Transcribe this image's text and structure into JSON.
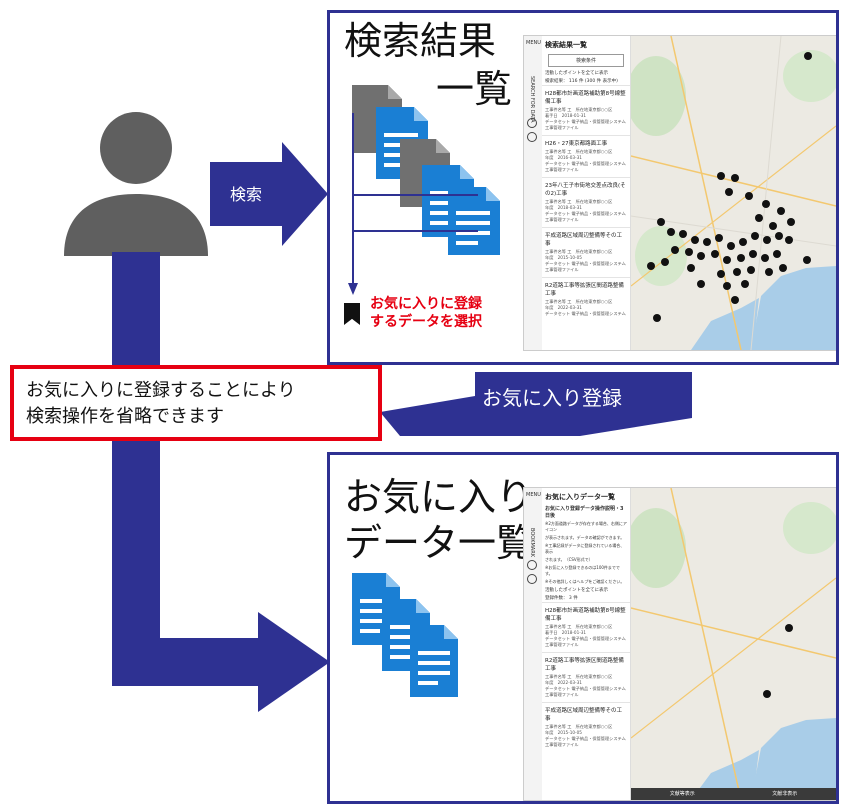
{
  "labels": {
    "search_arrow": "検索",
    "favorite_arrow": "お気に入り登録",
    "callout_line1": "お気に入りに登録することにより",
    "callout_line2": "検索操作を省略できます"
  },
  "top_panel": {
    "title_line1": "検索結果",
    "title_line2": "一覧",
    "select_note_line1": "お気に入りに登録",
    "select_note_line2": "するデータを選択",
    "app": {
      "menu": "MENU",
      "sidebar_vertical": "SEARCH FOR DATA",
      "list_title": "検索結果一覧",
      "search_button": "検索条件",
      "checkbox_label": "活動したポイントを全てに表示",
      "count_text": "検索結果： 116 件 (300 件 表示中)",
      "items": [
        {
          "title": "H28都市計画道路補助第8号線整備工事",
          "rows": [
            "工事件名等 工　所在地東京都○○区",
            "着手日　2018-01-31",
            "データセット 電子納品・保管管理システム",
            "工事管理ファイル"
          ]
        },
        {
          "title": "H26・27東京都路面工事",
          "rows": [
            "工事件名等 工　所在地東京都○○区",
            "年度　2016-03-31",
            "データセット 電子納品・保管管理システム",
            "工事管理ファイル"
          ]
        },
        {
          "title": "23年八王子市街地交差点改良(その2)工事",
          "rows": [
            "工事件名等 工　所在地東京都○○区",
            "年度　2018-03-31",
            "データセット 電子納品・保管管理システム",
            "工事管理ファイル"
          ]
        },
        {
          "title": "平成道路区域周辺整備等その工事",
          "rows": [
            "工事件名等 工　所在地東京都○○区",
            "年度　2015-10-05",
            "データセット 電子納品・保管管理システム",
            "工事管理ファイル"
          ]
        },
        {
          "title": "R2道路工事等拡張区間道路整備工事",
          "rows": [
            "工事件名等 工　所在地東京都○○区",
            "年度　2022-03-31",
            "データセット 電子納品・保管管理システム"
          ]
        }
      ]
    }
  },
  "bottom_panel": {
    "title_line1": "お気に入り",
    "title_line2": "データ一覧",
    "app": {
      "menu": "MENU",
      "sidebar_vertical": "BOOKMARK",
      "list_title": "お気に入りデータ一覧",
      "subtitle": "お気に入り登録データ操作説明・3日後",
      "notes": [
        "※2方面道路データが存在する場合、右側にアイコン",
        "が表示されます。データの確認ができます。",
        "※工事記録がデータに登録されている場合、表示",
        "されます。（CSV形式で）",
        "※お気に入り登録できるのは100件までです。",
        "※その他詳しくはヘルプをご確認ください。"
      ],
      "checkbox_label": "活動したポイントを全てに表示",
      "count_text": "登録件数： 3 件",
      "items": [
        {
          "title": "H28都市計画道路補助第8号線整備工事",
          "rows": [
            "工事件名等 工　所在地東京都○○区",
            "着手日　2018-01-31",
            "データセット 電子納品・保管管理システム",
            "工事管理ファイル"
          ]
        },
        {
          "title": "R2道路工事等拡張区間道路整備工事",
          "rows": [
            "工事件名等 工　所在地東京都○○区",
            "年度　2022-03-31",
            "データセット 電子納品・保管管理システム",
            "工事管理ファイル"
          ]
        },
        {
          "title": "平成道路区域周辺整備等その工事",
          "rows": [
            "工事件名等 工　所在地東京都○○区",
            "年度　2015-10-05",
            "データセット 電子納品・保管管理システム",
            "工事管理ファイル"
          ]
        }
      ],
      "bottom_tabs": [
        "文献等表示",
        "文献非表示"
      ]
    }
  },
  "colors": {
    "navy": "#2e3192",
    "red": "#e60012",
    "person": "#5f5f5f",
    "doc_blue": "#1a7fd4",
    "doc_gray": "#707070"
  }
}
